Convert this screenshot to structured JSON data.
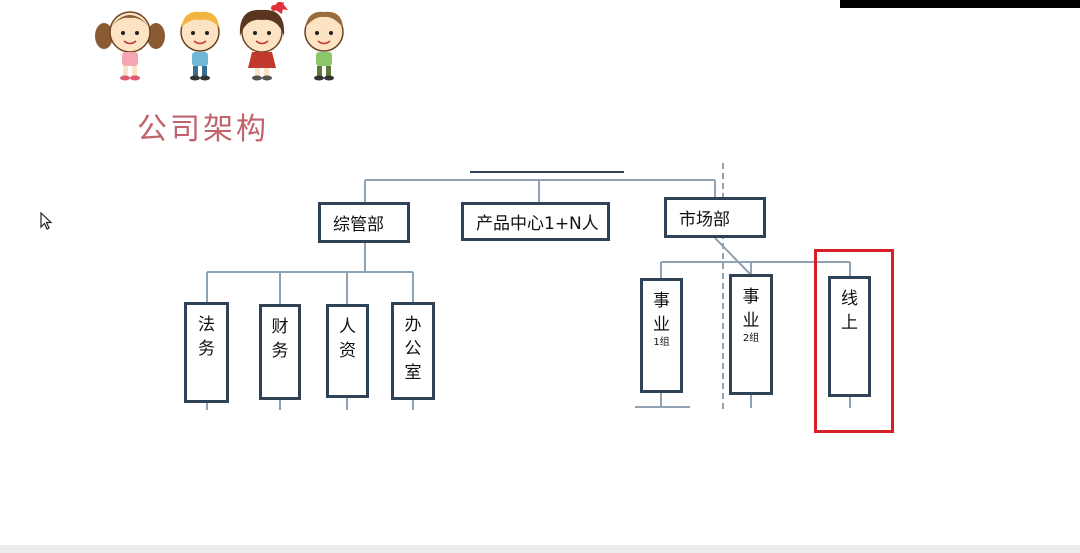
{
  "title": "公司架构",
  "colors": {
    "title": "#c0636c",
    "box_border": "#2f4256",
    "connector": "#8fa3b4",
    "highlight": "#d42026"
  },
  "icons": [
    "girl-pigtails-icon",
    "boy-blond-icon",
    "girl-bow-icon",
    "boy-brown-icon",
    "cursor-arrow-icon"
  ],
  "departments": {
    "admin": {
      "label": "综管部",
      "children": [
        {
          "chars": [
            "法",
            "务"
          ]
        },
        {
          "chars": [
            "财",
            "务"
          ]
        },
        {
          "chars": [
            "人",
            "资"
          ]
        },
        {
          "chars": [
            "办",
            "公",
            "室"
          ]
        }
      ]
    },
    "product": {
      "label": "产品中心1+N人"
    },
    "market": {
      "label": "市场部",
      "children": [
        {
          "chars": [
            "事",
            "业"
          ],
          "sub": "1组"
        },
        {
          "chars": [
            "事",
            "业"
          ],
          "sub": "2组"
        },
        {
          "chars": [
            "线",
            "上"
          ]
        }
      ]
    }
  }
}
